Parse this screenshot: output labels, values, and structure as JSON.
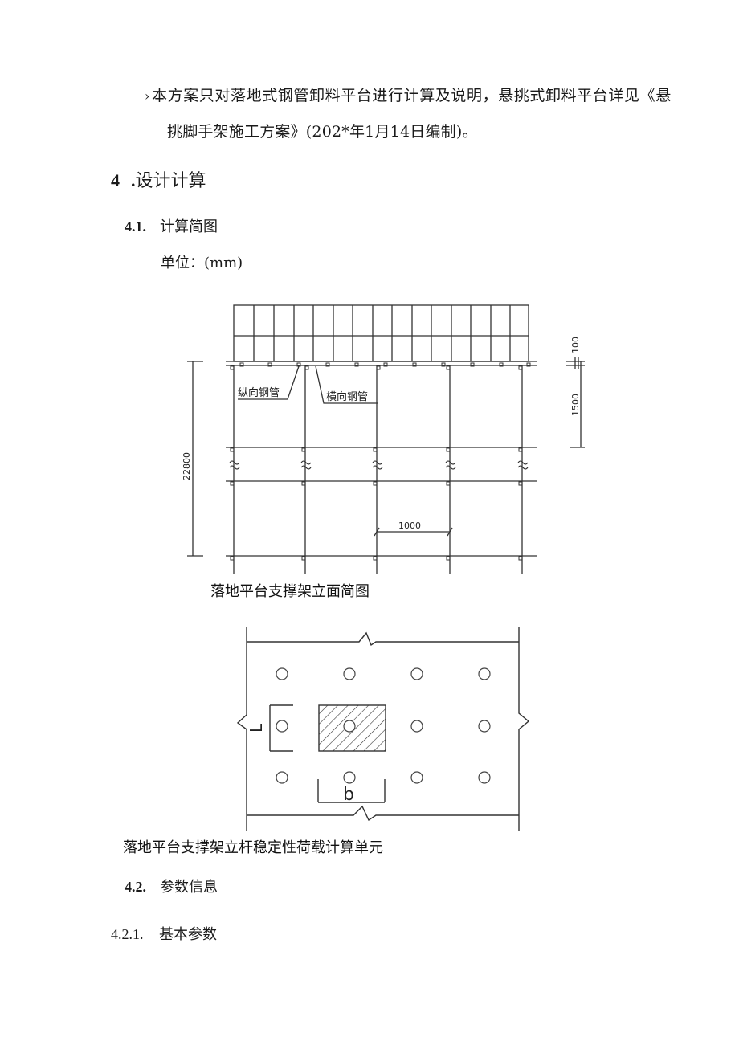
{
  "document": {
    "intro": {
      "bullet": "›",
      "line1": "本方案只对落地式钢管卸料平台进行计算及说明，悬挑式卸料平台详见《悬",
      "line2": "挑脚手架施工方案》(202*年1月14日编制)。"
    },
    "section4": {
      "number": "4",
      "dot": ".",
      "title": "设计计算"
    },
    "section4_1": {
      "number": "4.1.",
      "title": "计算简图",
      "unit_label": "单位：(mm)"
    },
    "figure1": {
      "caption": "落地平台支撑架立面简图",
      "labels": {
        "longitudinal_pipe": "纵向钢管",
        "transverse_pipe": "横向钢管",
        "total_height": "22800",
        "top_dim": "100",
        "step_dim": "1500",
        "spacing_dim": "1000"
      }
    },
    "figure2": {
      "caption": "落地平台支撑架立杆稳定性荷载计算单元",
      "labels": {
        "length_symbol": "L",
        "width_symbol": "b"
      }
    },
    "section4_2": {
      "number": "4.2.",
      "title": "参数信息"
    },
    "section4_2_1": {
      "number": "4.2.1.",
      "title": "基本参数"
    }
  }
}
